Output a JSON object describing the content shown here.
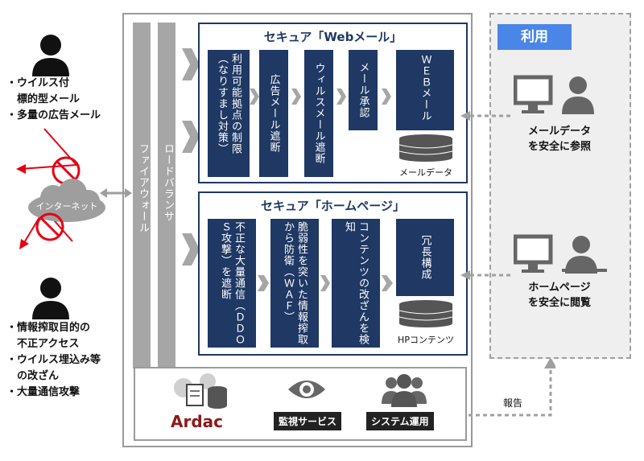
{
  "left": {
    "threats_top": [
      "・ウイルス付",
      "　標的型メール",
      "・多量の広告メール"
    ],
    "internet": "インターネット",
    "threats_bottom": [
      "・情報搾取目的の",
      "　不正アクセス",
      "・ウイルス埋込み等",
      "　の改ざん",
      "・大量通信攻撃"
    ]
  },
  "infra": {
    "firewall": "ファイアウォール",
    "load_balancer": "ロードバランサ"
  },
  "webmail": {
    "title": "セキュア「Webメール」",
    "steps": [
      "利用可能拠点の制限（なりすまし対策）",
      "広告メール遮断",
      "ウィルスメール遮断",
      "メール承認"
    ],
    "server": "ＷＥＢメール",
    "db_label": "メールデータ"
  },
  "homepage": {
    "title": "セキュア「ホームページ」",
    "steps": [
      "不正な大量通信（ＤＤＯＳ攻撃）を遮断",
      "脆弱性を突いた情報搾取から防衛（ＷＡＦ）",
      "コンテンツの改ざんを検知"
    ],
    "server": "冗長構成",
    "db_label": "HPコンテンツ"
  },
  "bottom": {
    "brand": "Ardac",
    "monitor": "監視サービス",
    "ops": "システム運用",
    "report": "報告"
  },
  "use": {
    "title": "利用",
    "mail": [
      "メールデータ",
      "を安全に参照"
    ],
    "web": [
      "ホームページ",
      "を安全に閲覧"
    ]
  },
  "colors": {
    "navy": "#1f3864",
    "red": "#e60012",
    "brand_red": "#8b1a1a",
    "gray": "#a6a6a6",
    "title_blue": "#4a86e8"
  }
}
